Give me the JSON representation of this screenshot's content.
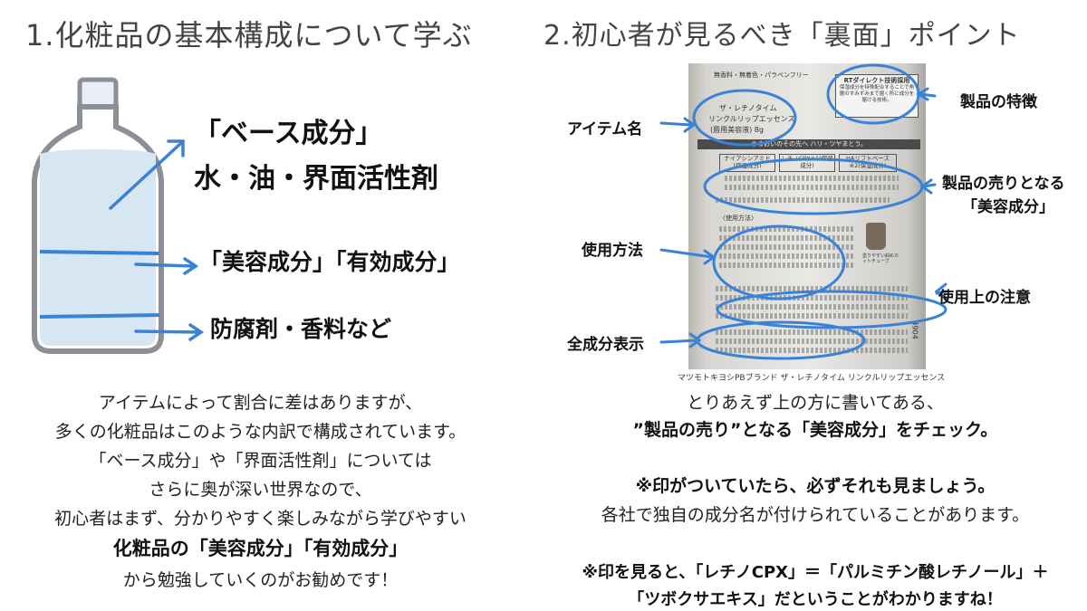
{
  "left": {
    "title": "1.化粧品の基本構成について学ぶ",
    "label_base_line1": "「ベース成分」",
    "label_base_line2": "水・油・界面活性剤",
    "label_active": "「美容成分」「有効成分」",
    "label_preservative": "防腐剤・香料など",
    "paragraph": [
      "アイテムによって割合に差はありますが、",
      "多くの化粧品はこのような内訳で構成されています。",
      "「ベース成分」や「界面活性剤」については",
      "さらに奥が深い世界なので、",
      "初心者はまず、分かりやすく楽しみながら学びやすい",
      "化粧品の「美容成分」「有効成分」",
      "から勉強していくのがお勧めです！"
    ]
  },
  "right": {
    "title": "2.初心者が見るべき「裏面」ポイント",
    "annotations": {
      "item_name": "アイテム名",
      "features": "製品の特徴",
      "selling_line1": "製品の売りとなる",
      "selling_line2": "「美容成分」",
      "usage": "使用方法",
      "caution": "使用上の注意",
      "ingredients": "全成分表示"
    },
    "photo_caption": "マツモトキヨシPBブランド ザ・レチノタイム リンクルリップエッセンス",
    "package": {
      "top_label": "無香料・無着色・パラベンフリー",
      "rt_title": "RTダイレクト技術採用",
      "rt_text": "保湿成分を特殊配合することで角層のすみずみまで届く所に成分を届ける技術。",
      "product_name1": "ザ・レチノタイム",
      "product_name2": "リンクルリップエッセンス",
      "product_name3": "(唇用美容液) 8g",
      "tagline": "うるおいのその先へ ハリ・ツヤまとう。",
      "box1": "ナイアシンアミド(保湿成分)",
      "box2": "レチノCPX※1(保湿成分)",
      "box3": "HAリフトベース※2(保湿成分)",
      "usage_head": "〈使用方法〉",
      "tube_label": "塗りやすい斜めカットチューブ",
      "barcode": "4904"
    },
    "paragraph": [
      "とりあえず上の方に書いてある、",
      "”製品の売り”となる「美容成分」をチェック。",
      "",
      "※印がついていたら、必ずそれも見ましょう。",
      "各社で独自の成分名が付けられていることがあります。",
      "",
      "※印を見ると、「レチノCPX」＝「パルミチン酸レチノール」＋",
      "「ツボクサエキス」だということがわかりますね！"
    ]
  },
  "colors": {
    "arrow_blue": "#3a82d6",
    "bottle_fill": "#d6e6f2",
    "bottle_outline": "#8b8f96"
  }
}
